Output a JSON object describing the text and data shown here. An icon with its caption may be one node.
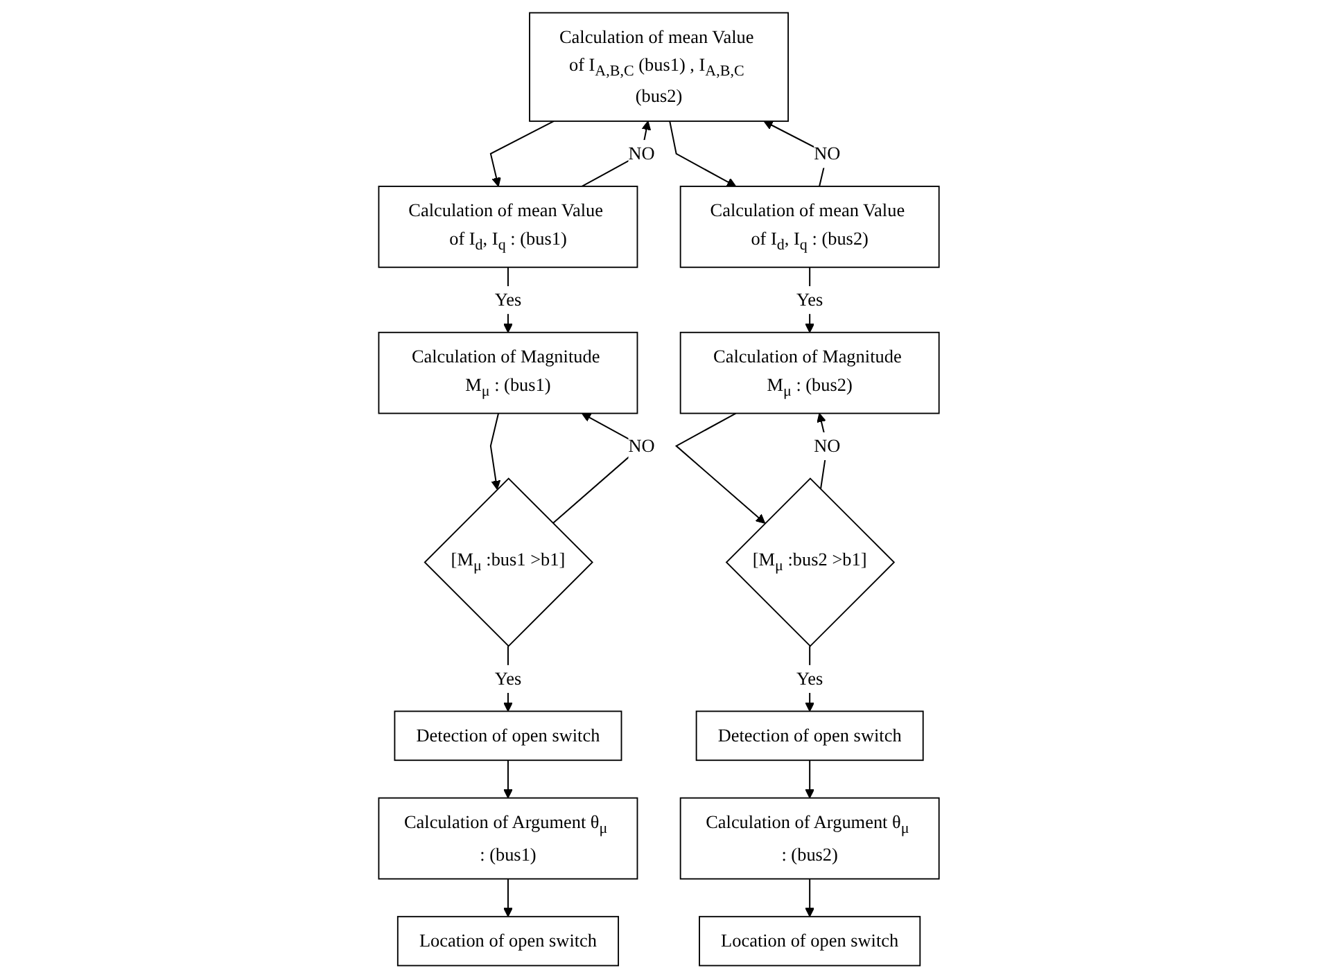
{
  "diagram": {
    "nodes": [
      {
        "text": [
          "Calculation of mean Value of I$_{A,B,C}$ (bus1) , I$_{A,B,C}$ (bus2)"
        ]
      },
      {
        "text": [
          "Calculation of mean Value of I$_{d}$, I$_{q}$ : (bus1)"
        ]
      },
      {
        "text": [
          "Calculation of mean Value of I$_{d}$, I$_{q}$ : (bus2)"
        ]
      },
      {
        "text": [
          "Calculation of Magnitude M$_{μ}$ : (bus1)"
        ]
      },
      {
        "text": [
          "Calculation of Magnitude M$_{μ}$ : (bus2)"
        ]
      },
      {
        "text": [
          "[M$_{μ}$ :bus1 >b1]"
        ]
      },
      {
        "text": [
          "[M$_{μ}$ :bus2 >b1]"
        ]
      },
      {
        "text": [
          "Detection of open switch"
        ]
      },
      {
        "text": [
          "Detection of open switch"
        ]
      },
      {
        "text": [
          "Calculation of Argument θ$_{μ}$ : (bus1)"
        ]
      },
      {
        "text": [
          "Calculation of Argument θ$_{μ}$ : (bus2)"
        ]
      },
      {
        "text": [
          "Location of open switch"
        ]
      },
      {
        "text": [
          "Location of open switch"
        ]
      }
    ],
    "edges": [
      {
        "from": 0,
        "to": 1,
        "arrow": "to"
      },
      {
        "from": 0,
        "to": 2,
        "arrow": "to"
      },
      {
        "from": 1,
        "to": 0,
        "label": "NO",
        "arrow": "to"
      },
      {
        "from": 2,
        "to": 0,
        "label": "NO",
        "arrow": "to"
      },
      {
        "from": 1,
        "to": 3,
        "label": "Yes",
        "arrow": "to"
      },
      {
        "from": 2,
        "to": 4,
        "label": "Yes",
        "arrow": "to"
      },
      {
        "from": 3,
        "to": 5,
        "arrow": "to"
      },
      {
        "from": 4,
        "to": 6,
        "arrow": "to"
      },
      {
        "from": 5,
        "to": 3,
        "label": "NO",
        "arrow": "to"
      },
      {
        "from": 6,
        "to": 4,
        "label": "NO",
        "arrow": "to"
      },
      {
        "from": 5,
        "to": 7,
        "label": "Yes",
        "arrow": "to"
      },
      {
        "from": 6,
        "to": 8,
        "label": "Yes",
        "arrow": "to"
      },
      {
        "from": 7,
        "to": 9,
        "arrow": "to"
      },
      {
        "from": 8,
        "to": 10,
        "arrow": "to"
      },
      {
        "from": 9,
        "to": 11,
        "arrow": "to"
      },
      {
        "from": 10,
        "to": 12,
        "arrow": "to"
      }
    ]
  }
}
